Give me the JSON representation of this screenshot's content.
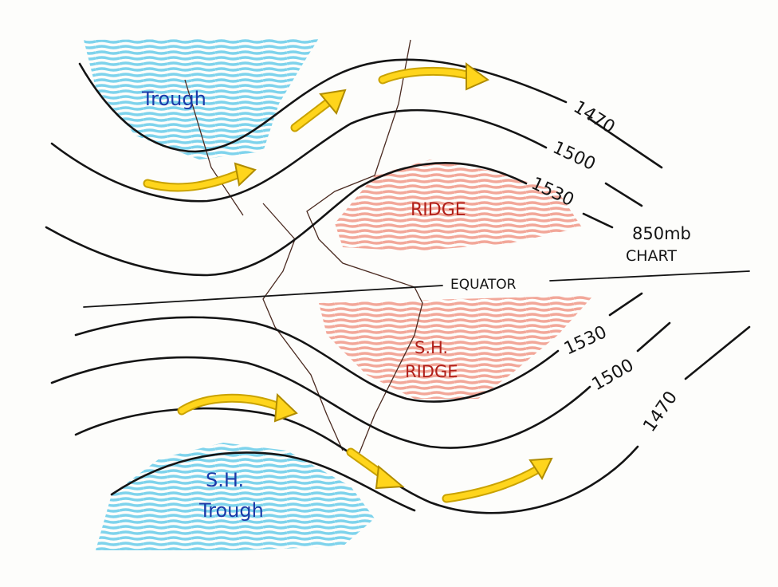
{
  "title": "850mb CHART",
  "chart_title": {
    "line1": "850mb",
    "line2": "CHART"
  },
  "equator_label": "EQUATOR",
  "regions": {
    "nh_trough": "Trough",
    "nh_ridge": "RIDGE",
    "sh_ridge_line1": "S.H.",
    "sh_ridge_line2": "RIDGE",
    "sh_trough_line1": "S.H.",
    "sh_trough_line2": "Trough"
  },
  "contours": {
    "nh": [
      "1470",
      "1500",
      "1530"
    ],
    "sh": [
      "1530",
      "1500",
      "1470"
    ]
  },
  "colors": {
    "trough": "#5ec8e8",
    "ridge": "#ee8a78",
    "arrow": "#ffd51c",
    "ink": "#141414",
    "trough_text": "#1a3aa8",
    "ridge_text": "#b0201a"
  }
}
